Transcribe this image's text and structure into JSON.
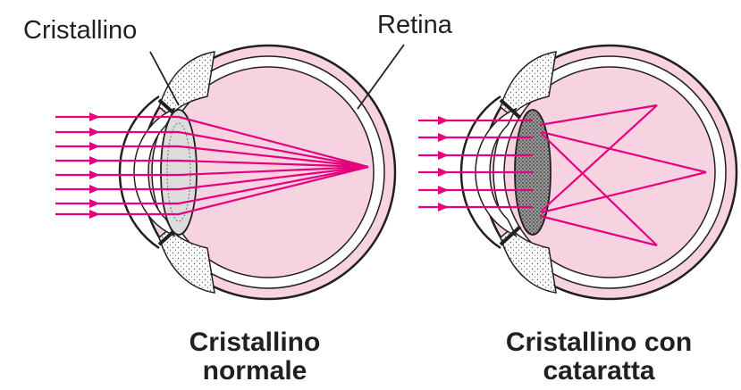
{
  "labels": {
    "lens": "Cristallino",
    "retina": "Retina"
  },
  "captions": {
    "normal": {
      "line1": "Cristallino",
      "line2": "normale"
    },
    "cataract": {
      "line1": "Cristallino con",
      "line2": "cataratta"
    }
  },
  "colors": {
    "eye_fill": "#f7d3e2",
    "eye_outline": "#231f20",
    "light_ray": "#e6007e",
    "lens_normal": "#dcdcdc",
    "lens_cataract": "#8a8a8a",
    "background": "#ffffff"
  }
}
